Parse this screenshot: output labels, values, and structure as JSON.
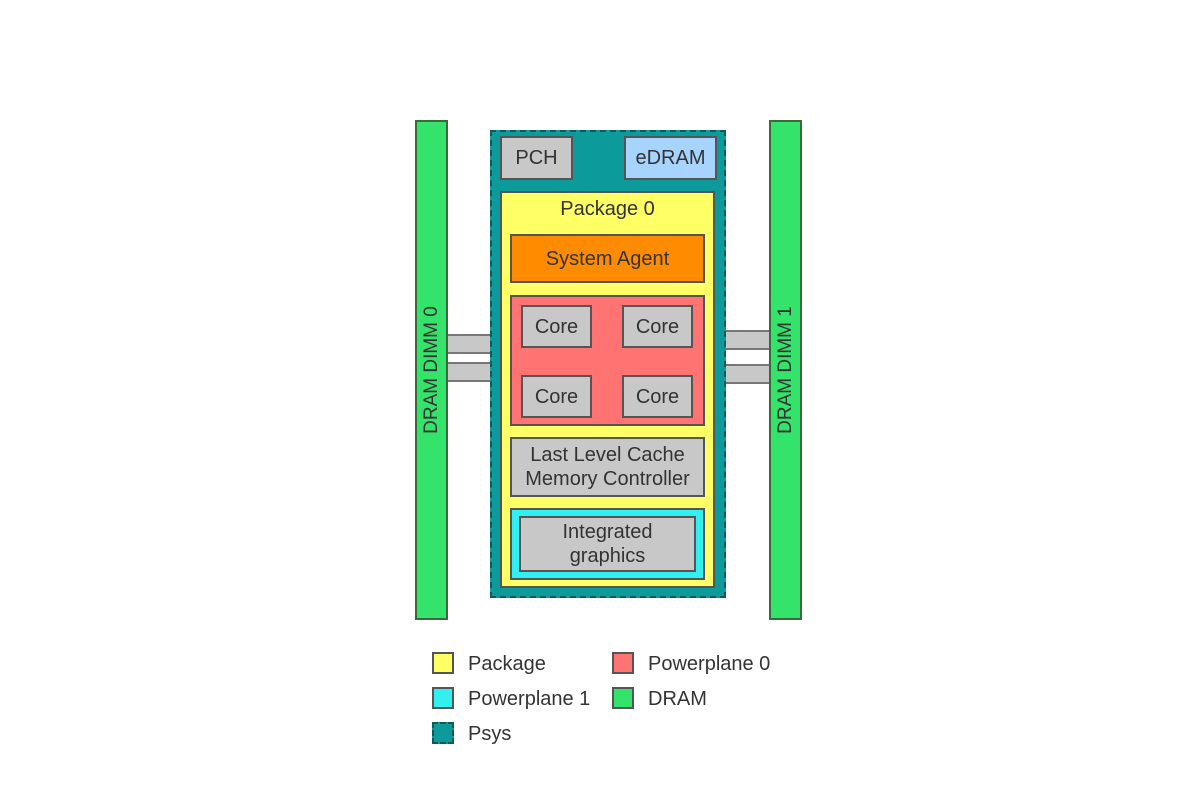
{
  "diagram": {
    "dimm_left": "DRAM DIMM 0",
    "dimm_right": "DRAM DIMM 1",
    "pch": "PCH",
    "edram": "eDRAM",
    "package": "Package 0",
    "system_agent": "System Agent",
    "cores": [
      "Core",
      "Core",
      "Core",
      "Core"
    ],
    "llc_line1": "Last Level Cache",
    "llc_line2": "Memory Controller",
    "graphics_line1": "Integrated",
    "graphics_line2": "graphics"
  },
  "legend": {
    "items": [
      {
        "label": "Package",
        "color": "#ffff66"
      },
      {
        "label": "Powerplane 0",
        "color": "#ff7373"
      },
      {
        "label": "Powerplane 1",
        "color": "#33f0f0"
      },
      {
        "label": "DRAM",
        "color": "#33e36a"
      },
      {
        "label": "Psys",
        "color": "#0c9a9a"
      }
    ]
  },
  "colors": {
    "package": "#ffff66",
    "powerplane0": "#ff7373",
    "powerplane1": "#33f0f0",
    "dram": "#33e36a",
    "psys": "#0c9a9a",
    "system_agent": "#ff8c00",
    "edram": "#a6d4ff",
    "component": "#c8c8c8"
  }
}
